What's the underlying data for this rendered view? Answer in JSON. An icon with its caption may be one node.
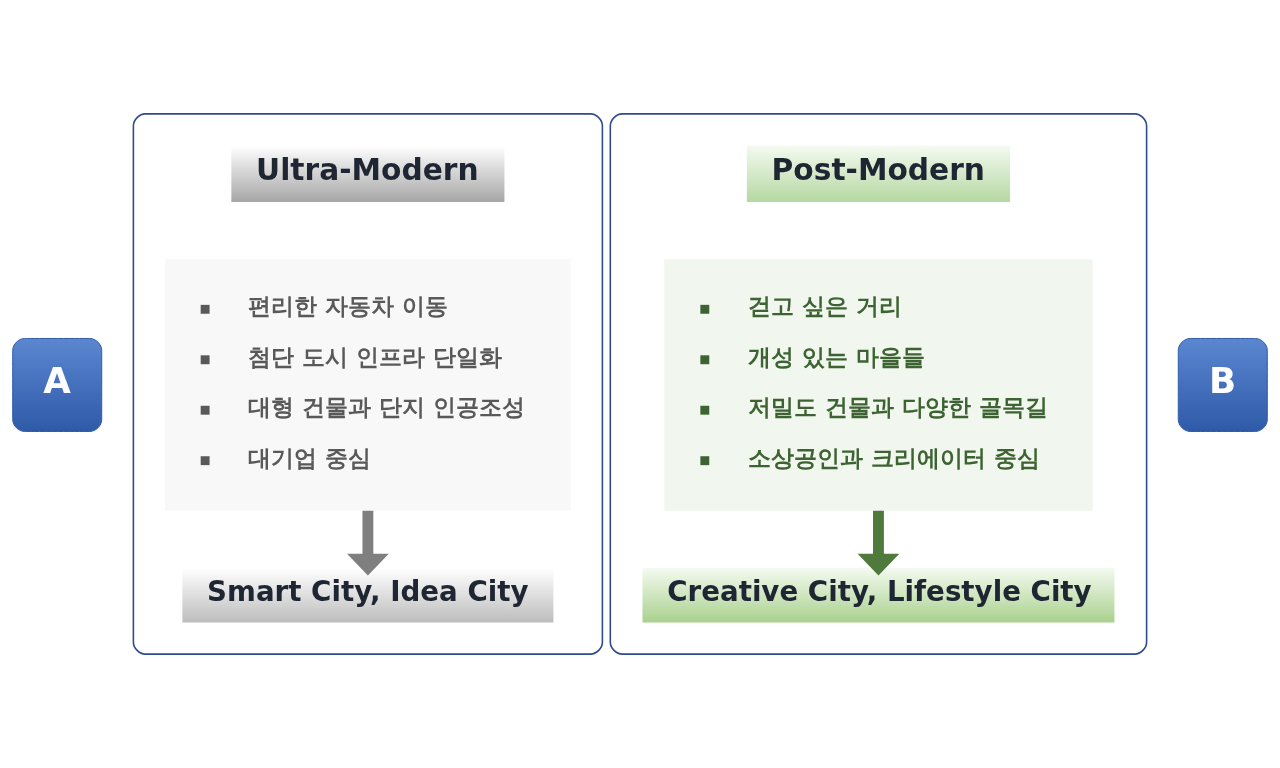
{
  "diagram": {
    "nodes": [
      {
        "text": [],
        "shape": "box"
      },
      {
        "text": [
          "A"
        ]
      },
      {
        "text": [
          "Ultra-Modern"
        ],
        "in": 0
      },
      {
        "text": [
          "편리한 자동차 이동",
          "첨단 도시 인프라 단일화",
          "대형 건물과 단지 인공조성",
          "대기업 중심"
        ],
        "in": 0
      },
      {
        "text": [
          "Smart City, Idea City"
        ],
        "in": 0
      },
      {
        "text": [],
        "shape": "box"
      },
      {
        "text": [
          "Post-Modern"
        ],
        "in": 5
      },
      {
        "text": [
          "걷고 싶은 거리",
          "개성 있는 마을들",
          "저밀도 건물과 다양한 골목길",
          "소상공인과 크리에이터 중심"
        ],
        "in": 5
      },
      {
        "text": [
          "Creative City, Lifestyle City"
        ],
        "in": 5
      },
      {
        "text": [
          "B"
        ]
      }
    ],
    "edges": [
      {
        "from": 3,
        "to": 4,
        "arrow": "to",
        "color": "#7f7f7f"
      },
      {
        "from": 7,
        "to": 8,
        "arrow": "to",
        "color": "#4f7a3c"
      }
    ]
  }
}
